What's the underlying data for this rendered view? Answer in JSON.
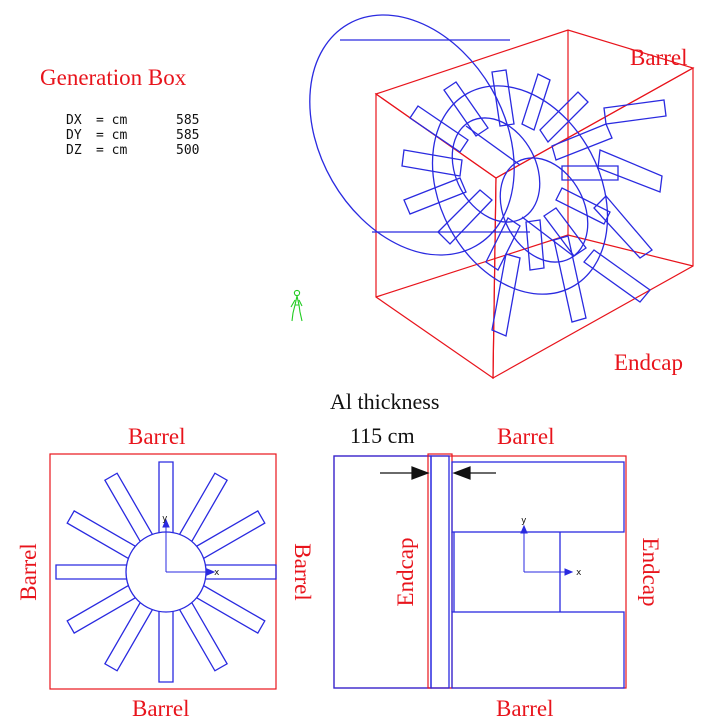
{
  "generation_box": {
    "title": "Generation Box",
    "rows": [
      {
        "name": "DX",
        "eq": "= cm",
        "value": "585"
      },
      {
        "name": "DY",
        "eq": "= cm",
        "value": "585"
      },
      {
        "name": "DZ",
        "eq": "= cm",
        "value": "500"
      }
    ]
  },
  "labels": {
    "iso_barrel": "Barrel",
    "iso_endcap": "Endcap",
    "al_thickness": "Al thickness",
    "al_value": "115 cm",
    "front_top": "Barrel",
    "front_bottom": "Barrel",
    "front_left": "Barrel",
    "front_right": "Barrel",
    "side_top": "Barrel",
    "side_bottom": "Barrel",
    "side_left": "Endcap",
    "side_right": "Endcap",
    "axis_y": "y",
    "axis_x": "x"
  },
  "colors": {
    "label_red": "#e8141c",
    "geometry_blue": "#2a2ae0",
    "human_green": "#22cc22"
  }
}
